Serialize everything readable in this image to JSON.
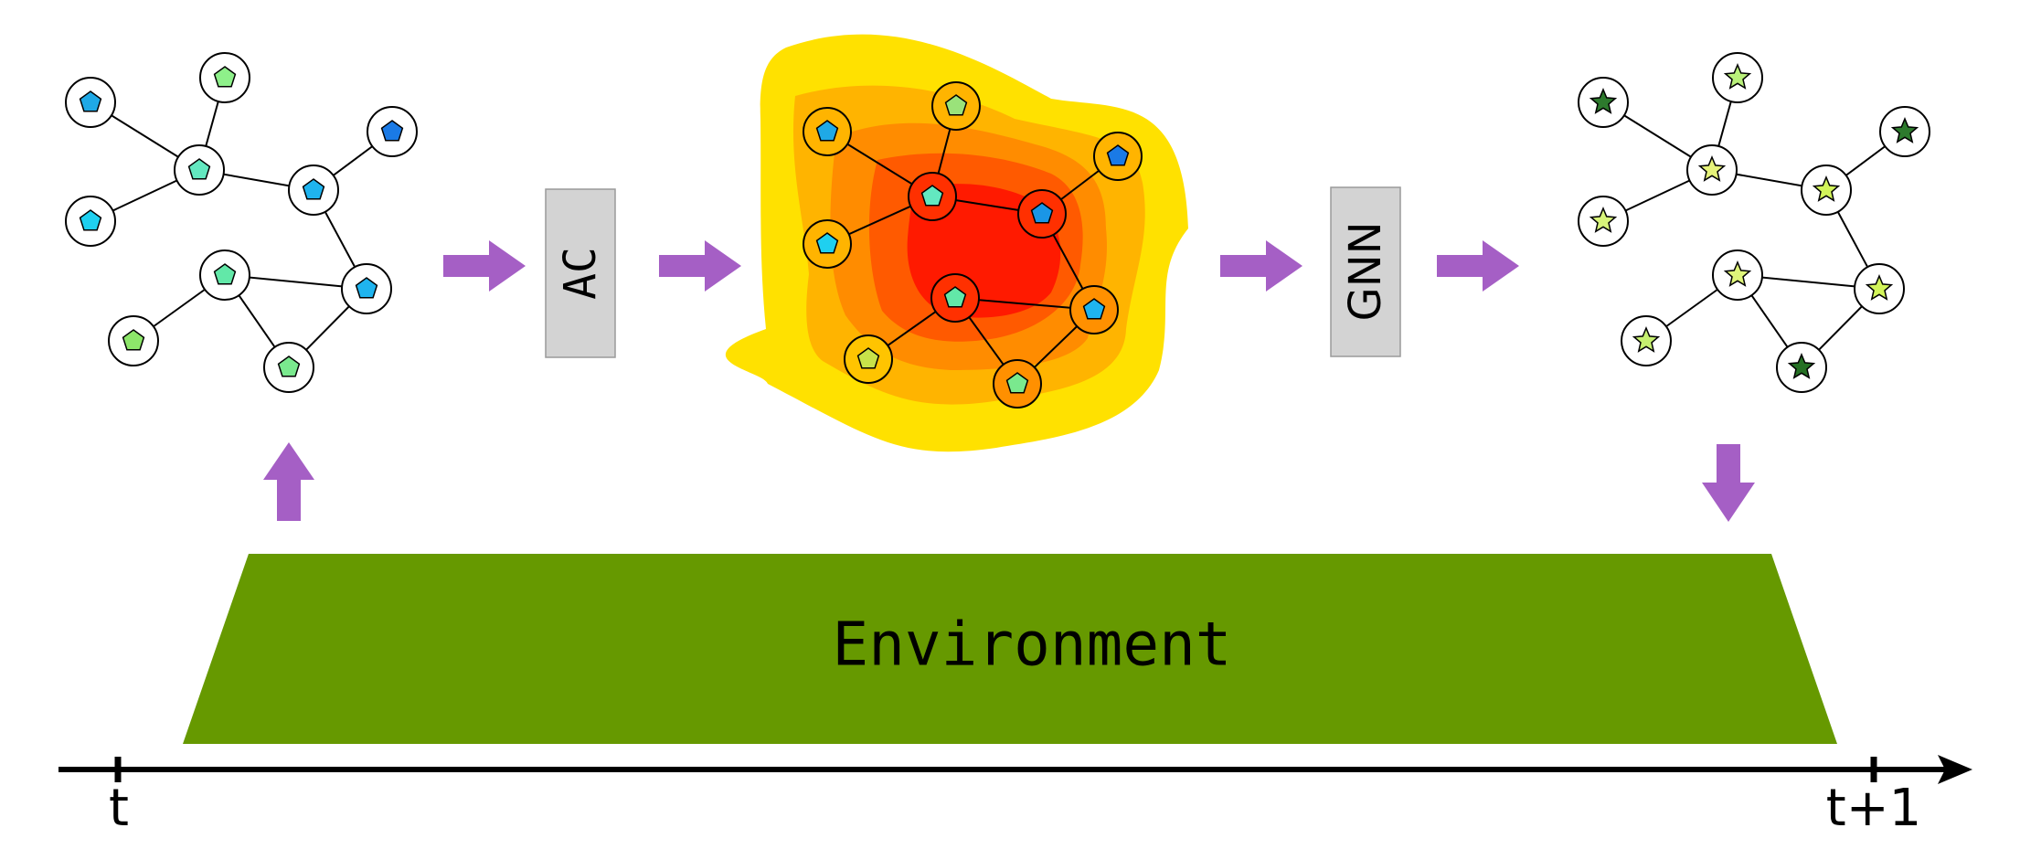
{
  "labels": {
    "ac": "AC",
    "gnn": "GNN",
    "environment": "Environment",
    "time_start": "t",
    "time_end": "t+1"
  },
  "colors": {
    "arrow": "#a55fc5",
    "environment": "#669900",
    "box": "#d3d3d3",
    "heat_outer": "#ffe100",
    "heat_2": "#ffb400",
    "heat_3": "#ff8c00",
    "heat_4": "#ff5a00",
    "heat_core": "#ff1a00"
  },
  "graphs": {
    "input": {
      "marker": "pentagon",
      "node_colors": [
        "#1fa9e6",
        "#8ef08a",
        "#63e8c0",
        "#1fd0f0",
        "#1a7ae6",
        "#62e8a8",
        "#1fb4ef",
        "#8de66a",
        "#7ae98e"
      ]
    },
    "attention": {
      "marker": "pentagon",
      "node_colors": [
        "#1fa9e6",
        "#9ae27a",
        "#63e8c0",
        "#1fd0f0",
        "#1a7ae6",
        "#1a96e6",
        "#62e8a8",
        "#1fb4ef",
        "#c8e24a",
        "#7ae98e"
      ]
    },
    "output": {
      "marker": "star",
      "node_colors": [
        "#2d7a2d",
        "#b9f07a",
        "#e6f37a",
        "#d8f57a",
        "#2d7a2d",
        "#dff57a",
        "#d2f45a",
        "#c6f070",
        "#257024"
      ]
    }
  }
}
